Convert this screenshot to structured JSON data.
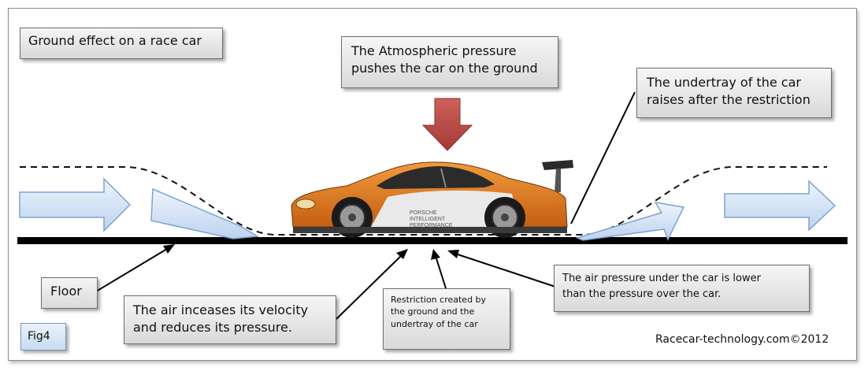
{
  "title": "Ground effect on a race car",
  "atmospheric": [
    "The Atmospheric pressure",
    "pushes the car on the ground"
  ],
  "undertray": [
    "The undertray of the car",
    "raises after the restriction"
  ],
  "floor": "Floor",
  "velocity": [
    "The air inceases its velocity",
    "and reduces its pressure."
  ],
  "restriction": [
    "Restriction created by",
    "the ground and the",
    "undertray of the car"
  ],
  "air_pressure": [
    "The air pressure under the car is lower",
    "than the pressure over the car."
  ],
  "fig": "Fig4",
  "credit": "Racecar-technology.com©2012",
  "car_livery": [
    "PORSCHE",
    "INTELLIGENT",
    "PERFORMANCE"
  ],
  "colors": {
    "pressure_arrow": "#c0504d",
    "flow_arrow_fill": "#dbe8f8",
    "flow_arrow_stroke": "#7ea3cf",
    "car_orange": "#e07a1f",
    "floor": "#000000"
  }
}
